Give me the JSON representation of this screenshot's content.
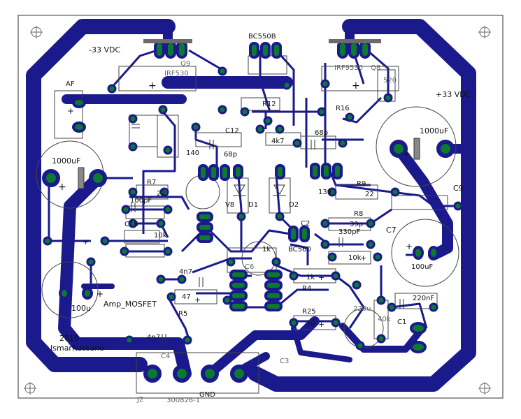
{
  "board": {
    "supply_neg": "-33 VDC",
    "supply_pos": "+33 VDC",
    "title": "Amp_MOSFET",
    "year": "2010",
    "author": "IsmarRussano",
    "gnd": "GND",
    "af_label": "AF",
    "cap_big_left": "1000uF",
    "cap_big_right": "1000uF",
    "cap_small_left": "100u",
    "cap_right_lower": "100uF",
    "c9": "C9",
    "c7": "C7",
    "c12": "C12",
    "c16": "C16",
    "c4": "C4",
    "c3": "C3",
    "c1": "C1",
    "c2": "C2",
    "c6": "C6",
    "r7_label": "R7",
    "r7_val": "22",
    "r9_label": "R9",
    "r9_val": "22",
    "r8_label": "R8",
    "r8_val": "39p",
    "r16": "R16",
    "r4_label": "R4",
    "r4_val": "1k",
    "r25": "R25",
    "r25_val": "10",
    "r12": "R12",
    "r5": "R5",
    "v_4k7": "4k7",
    "v_68p_a": "68p",
    "v_68p_b": "68p",
    "v_100pf": "100pF",
    "v_330pf": "330pF",
    "v_10k": "10k",
    "v_4n7": "4n7",
    "v_47": "47",
    "v_220nf": "220nF",
    "v_220u": "220u",
    "v_40k": "40k",
    "v_4n7b": "4n7",
    "v_1k_r": "1k",
    "v_10k_r": "10k",
    "bc550b": "BC550B",
    "bc560": "BC560",
    "v8": "V8",
    "d1": "D1",
    "d2": "D2",
    "irf530": "IRF530",
    "irf9530": "IRF9530",
    "q8": "Q8",
    "q9": "Q9",
    "r_520": "520",
    "j2": "J2",
    "connector": "300826-1",
    "t139": "139",
    "t140": "140"
  }
}
